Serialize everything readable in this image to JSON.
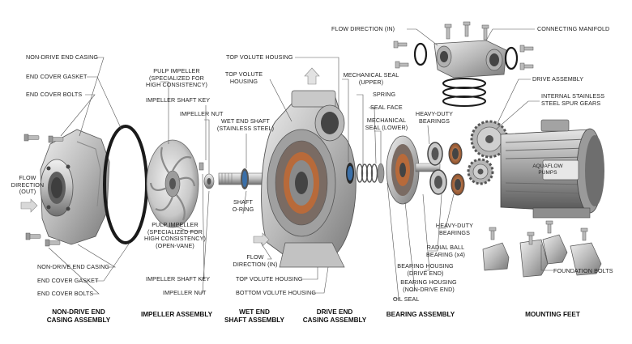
{
  "labels": {
    "non_drive_end_casing_top": "NON-DRIVE END CASING",
    "end_cover_gasket_top": "END COVER GASKET",
    "end_cover_bolts_top": "END COVER BOLTS",
    "flow_direction_out": "FLOW\nDIRECTION\n(OUT)",
    "pulp_impeller_top": "PULP IMPELLER\n(SPECIALIZED FOR\nHIGH CONSISTENCY)",
    "impeller_shaft_key_top": "IMPELLER SHAFT KEY",
    "impeller_nut_top": "IMPELLER NUT",
    "top_volute_housing_top": "TOP VOLUTE HOUSING",
    "top_volute_housing_mid": "TOP VOLUTE\nHOUSING",
    "wet_end_shaft": "WET END SHAFT\n(STAINLESS STEEL)",
    "shaft_o_ring": "SHAFT\nO-RING",
    "flow_direction_in_bottom": "FLOW\nDIRECTION (IN)",
    "top_volute_housing_bottom": "TOP VOLUTE HOUSING",
    "bottom_volute_housing": "BOTTOM VOLUTE HOUSING",
    "mechanical_seal_upper": "MECHANICAL SEAL\n(UPPER)",
    "spring": "SPRING",
    "seal_face": "SEAL FACE",
    "mechanical_seal_lower": "MECHANICAL\nSEAL (LOWER)",
    "heavy_duty_bearings_top": "HEAVY-DUTY\nBEARINGS",
    "flow_direction_in_top": "FLOW DIRECTION (IN)",
    "connecting_manifold": "CONNECTING MANIFOLD",
    "drive_assembly": "DRIVE ASSEMBLY",
    "internal_spur_gears": "INTERNAL STAINLESS\nSTEEL SPUR GEARS",
    "heavy_duty_bearings_bottom": "HEAVY-DUTY\nBEARINGS",
    "radial_ball_bearing": "RADIAL BALL\nBEARING (x4)",
    "bearing_housing_drive": "BEARING HOUSING\n(DRIVE END)",
    "bearing_housing_non_drive": "BEARING HOUSING\n(NON-DRIVE END)",
    "oil_seal": "OIL SEAL",
    "foundation_bolts": "FOUNDATION BOLTS",
    "non_drive_end_casing_bottom": "NON-DRIVE END CASING",
    "end_cover_gasket_bottom": "END COVER GASKET",
    "end_cover_bolts_bottom": "END COVER BOLTS",
    "pulp_impeller_open_vane": "PULP IMPELLER\n(SPECIALIZED FOR\nHIGH CONSISTENCY)\n(OPEN-VANE)",
    "impeller_shaft_key_bottom": "IMPELLER SHAFT KEY",
    "impeller_nut_bottom": "IMPELLER NUT",
    "motor_plate": "AQUAFLOW\nPUMPS"
  },
  "groups": {
    "non_drive_end_casing_assembly": "NON-DRIVE END\nCASING ASSEMBLY",
    "impeller_assembly": "IMPELLER ASSEMBLY",
    "wet_end_shaft_assembly": "WET END\nSHAFT ASSEMBLY",
    "drive_end_casing_assembly": "DRIVE END\nCASING ASSEMBLY",
    "bearing_assembly": "BEARING ASSEMBLY",
    "mounting_feet": "MOUNTING FEET"
  },
  "colors": {
    "metal_light": "#d9d9d9",
    "metal_mid": "#a8a8a8",
    "metal_dark": "#6e6e6e",
    "gasket": "#1a1a1a",
    "copper": "#b86a3a",
    "leader": "#555555"
  }
}
